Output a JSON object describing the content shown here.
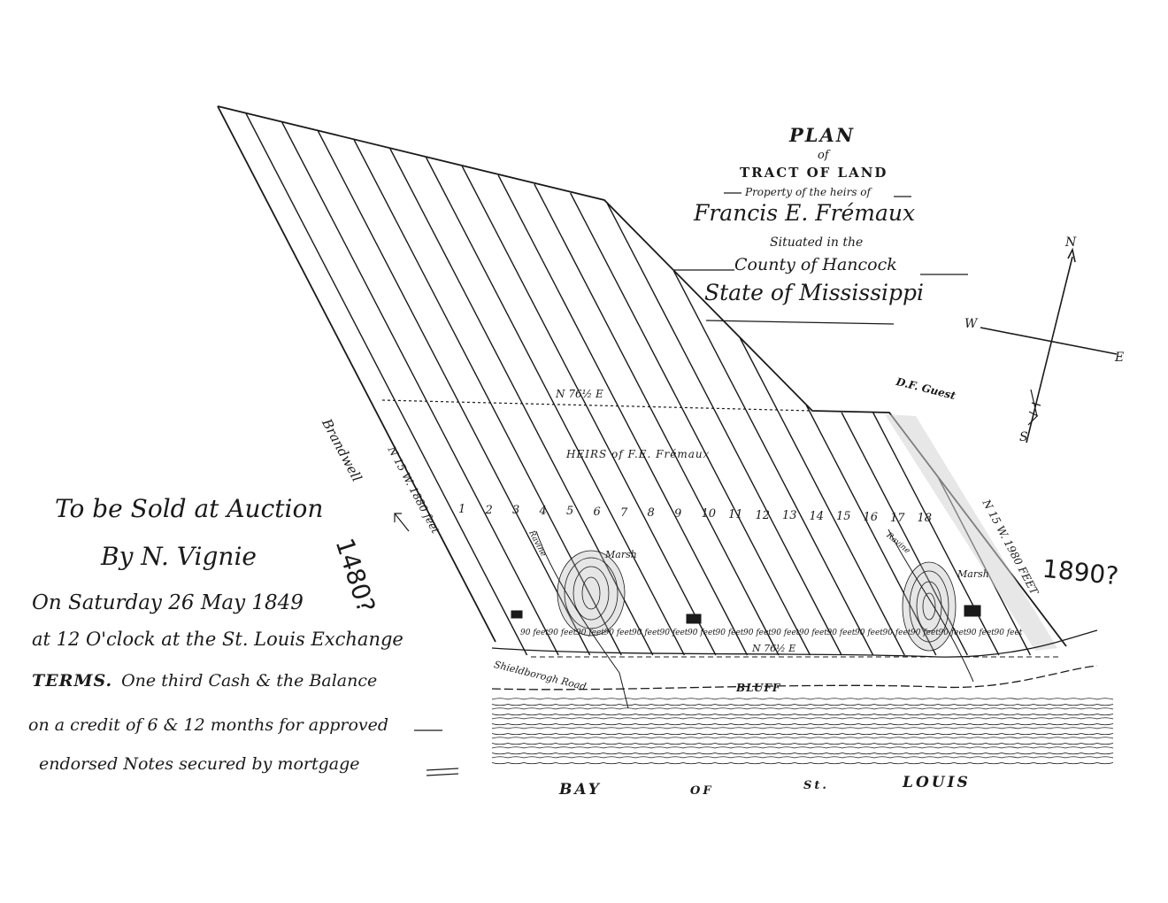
{
  "title": {
    "plan": "PLAN",
    "of": "of",
    "tract": "TRACT OF LAND",
    "property": "Property of the heirs of",
    "owner": "Francis E. Frémaux",
    "situated": "Situated in the",
    "county": "County of Hancock",
    "state": "State of Mississippi"
  },
  "auction": {
    "line1": "To be Sold at Auction",
    "line2": "By N. Vignie",
    "line3": "On Saturday 26 May 1849",
    "line4": "at 12 O'clock at the St. Louis Exchange",
    "terms_label": "TERMS.",
    "line5": "One third Cash & the Balance",
    "line6": "on a credit of 6 & 12 months for approved",
    "line7": "endorsed Notes secured by mortgage"
  },
  "compass": {
    "n": "N",
    "s": "S",
    "e": "E",
    "w": "W"
  },
  "labels": {
    "neighbor_west": "Brandwell",
    "neighbor_east": "D.F. Guest",
    "heirs": "HEIRS of F.E. Frémaux",
    "north_line": "N 76½ E",
    "south_line": "N 76½ E",
    "west_side": "N 15 W. 1880 feet",
    "east_side": "N 15 W. 1980 FEET",
    "marsh": "Marsh",
    "ravine": "Ravine",
    "road": "Shieldborogh Road",
    "bluff": "BLUFF",
    "bay_word1": "BAY",
    "bay_word2": "OF",
    "bay_word3": "St.",
    "bay_word4": "LOUIS",
    "hand_left": "1480?",
    "hand_right": "1890?"
  },
  "lots": [
    "1",
    "2",
    "3",
    "4",
    "5",
    "6",
    "7",
    "8",
    "9",
    "10",
    "11",
    "12",
    "13",
    "14",
    "15",
    "16",
    "17",
    "18"
  ],
  "frontage": "90 feet",
  "colors": {
    "ink": "#1a1a1a",
    "paper": "#ffffff"
  }
}
